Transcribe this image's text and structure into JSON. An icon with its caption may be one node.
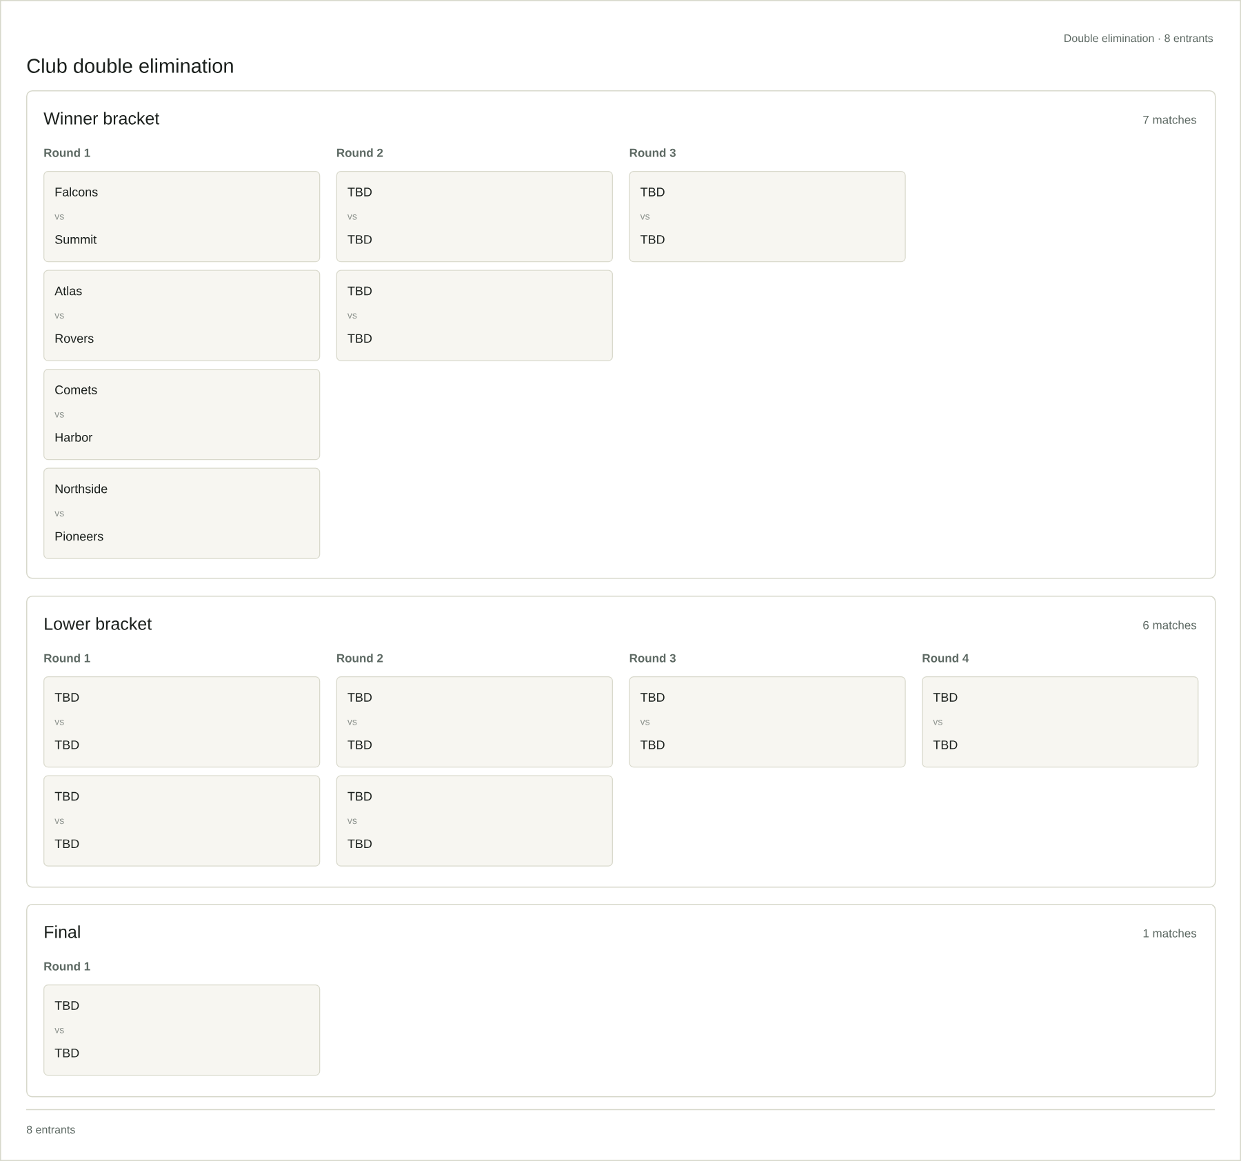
{
  "diagram": {
    "title": "Club double elimination",
    "nodes": [
      {
        "text": [
          "Winner bracket",
          "7 matches",
          "Round 1",
          "Round 2",
          "Round 3"
        ]
      },
      {
        "text": [
          "Falcons",
          "vs",
          "Summit"
        ],
        "in": 0
      },
      {
        "text": [
          "Atlas",
          "vs",
          "Rovers"
        ],
        "in": 0
      },
      {
        "text": [
          "Comets",
          "vs",
          "Harbor"
        ],
        "in": 0
      },
      {
        "text": [
          "Northside",
          "vs",
          "Pioneers"
        ],
        "in": 0
      },
      {
        "text": [
          "TBD",
          "vs",
          "TBD"
        ],
        "in": 0
      },
      {
        "text": [
          "TBD",
          "vs",
          "TBD"
        ],
        "in": 0
      },
      {
        "text": [
          "TBD",
          "vs",
          "TBD"
        ],
        "in": 0
      },
      {
        "text": [
          "Lower bracket",
          "6 matches",
          "Round 1",
          "Round 2",
          "Round 3",
          "Round 4"
        ]
      },
      {
        "text": [
          "TBD",
          "vs",
          "TBD"
        ],
        "in": 8
      },
      {
        "text": [
          "TBD",
          "vs",
          "TBD"
        ],
        "in": 8
      },
      {
        "text": [
          "TBD",
          "vs",
          "TBD"
        ],
        "in": 8
      },
      {
        "text": [
          "TBD",
          "vs",
          "TBD"
        ],
        "in": 8
      },
      {
        "text": [
          "TBD",
          "vs",
          "TBD"
        ],
        "in": 8
      },
      {
        "text": [
          "TBD",
          "vs",
          "TBD"
        ],
        "in": 8
      },
      {
        "text": [
          "Final",
          "1 matches",
          "Round 1"
        ]
      },
      {
        "text": [
          "TBD",
          "vs",
          "TBD"
        ],
        "in": 15
      }
    ],
    "labels": [
      "Double elimination · 8 entrants",
      "8 entrants"
    ]
  }
}
